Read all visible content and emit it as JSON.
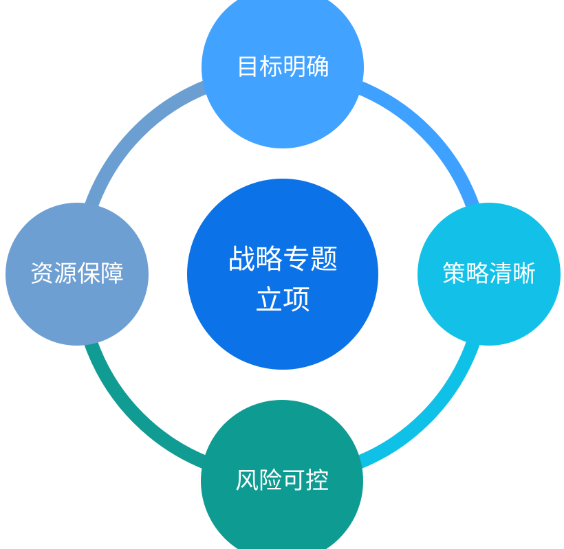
{
  "center": {
    "label_line1": "战略专题",
    "label_line2": "立项",
    "color": "#0B72E7"
  },
  "nodes": {
    "top": {
      "label": "目标明确",
      "color": "#41A2FF"
    },
    "right": {
      "label": "策略清晰",
      "color": "#13C1E8"
    },
    "bottom": {
      "label": "风险可控",
      "color": "#0E9C92"
    },
    "left": {
      "label": "资源保障",
      "color": "#6E9FD2"
    }
  },
  "ring_colors": {
    "top_right": "#3EA1FF",
    "right_bottom": "#0FC0E7",
    "bottom_left": "#109B93",
    "left_top": "#6C9FD1"
  }
}
